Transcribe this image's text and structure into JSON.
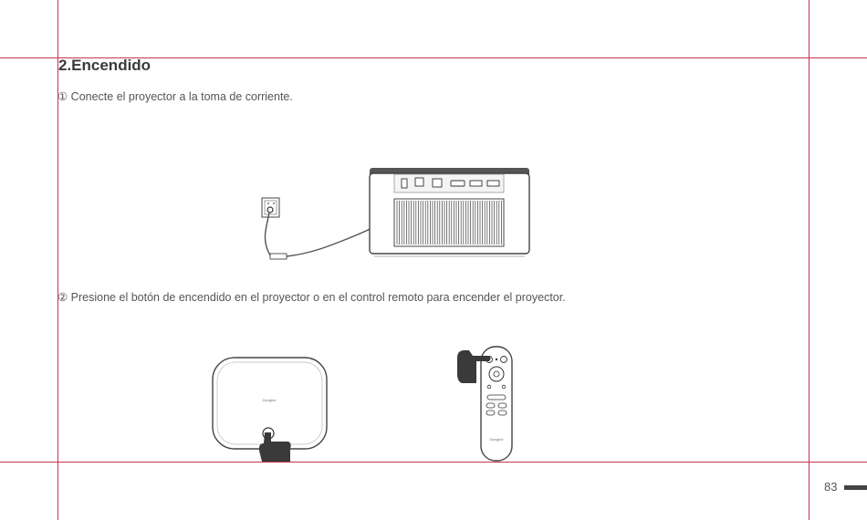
{
  "section": {
    "title": "2.Encendido"
  },
  "steps": [
    {
      "text": "① Conecte el proyector a la toma de corriente."
    },
    {
      "text": "② Presione el botón de encendido en el proyector o en el control remoto para encender el proyector."
    }
  ],
  "illustrations": {
    "projector_brand": "Dangbei",
    "remote_brand": "Dangbei"
  },
  "footer": {
    "page_number": "83"
  },
  "colors": {
    "guide": "#c8334a",
    "ink": "#333333",
    "hand": "#3a3a3a"
  }
}
